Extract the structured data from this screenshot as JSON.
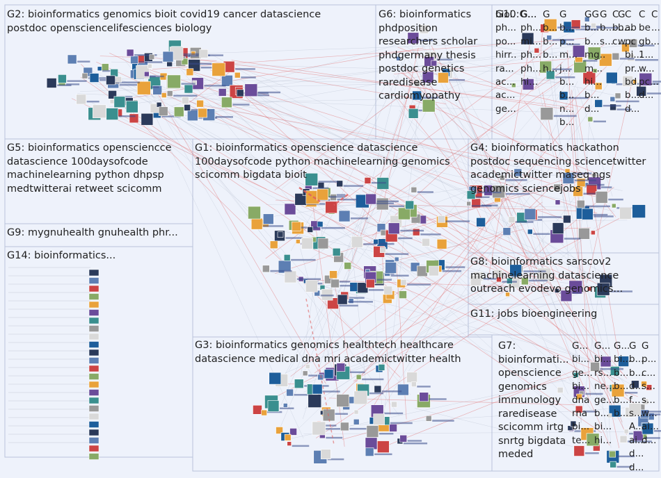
{
  "groups": {
    "g1": "G1: bioinformatics openscience datascience\n100daysofcode python machinelearning genomics\nscicomm bigdata bioit",
    "g2": "G2: bioinformatics genomics bioit covid19 cancer datascience\npostdoc opensciencelifesciences biology",
    "g3": "G3: bioinformatics genomics healthtech healthcare\ndatascience medical dna mri academictwitter health",
    "g4": "G4: bioinformatics hackathon\npostdoc sequencing sciencetwitter\nacademictwitter maseq ngs\ngenomics sciencejobs",
    "g5": "G5: bioinformatics opensciencce\ndatascience 100daysofcode\nmachinelearning python dhpsp\nmedtwitterai retweet scicomm",
    "g6": "G6: bioinformatics\nphdposition\nresearchers scholar\nphdgermany thesis\npostdoc genetics\nraredisease\ncardiomyopathy",
    "g7": "G7:\nbioinformati...\nopenscience\ngenomics\nimmunology\nraredisease\nscicomm irtg\nsnrtg bigdata\nmeded",
    "g8": "G8: bioinformatics sarscov2\nmachinelearning datascience\noutreach evodevo genomics...",
    "g9": "G9: mygnuhealth gnuhealth phr...",
    "g10": "G10:G...",
    "g11": "G11: jobs bioengineering",
    "g14": "G14: bioinformatics..."
  },
  "g10_cols": [
    "bioi...\nph...\npo...\nhirr...\nra...\nac...\nac...\nge...",
    "G...\nph...\nmi...\nph...\nph...\nhi...",
    "G\nb...\nb...\nb...\nh...",
    "G\nb...\np...\nm...\nj...\nb...\nb...\nn...\nb...",
    "GG\nb...\nb...\nmg...\nm...\nhi...\nb...\nd...",
    "G\nb...\ns...",
    "C\nb...\nc...",
    "G\nb...\nw...",
    "C\nab\npc\nbi...\npr...\nbd\nb...\nd...",
    "C\nbe\ngb...\n1...\nw...\npc...\nd...",
    "C\n..."
  ],
  "g7_cols": [
    "G...\nbi...\nge...\nbi...\ndna\nrna\nbi...\nte...",
    "G...\nbi...\nrs...\nne...\nge...\nb...\nbi...\nhi...",
    "G...\nbi...\nb...\nb...\nb...\nb...",
    "G\nb...\nb...\nd...\nf...\ns...\nA...\nai...\nd...\nd...",
    "G\np...\nc...\ns...\ns...\nw...\nai...\nd..."
  ],
  "colors": {
    "background": "#eef2fb",
    "box": "#b9c3db",
    "edge_red": "#e06060",
    "edge_grey": "#9aa4b8",
    "node_dark": "#2b3a5a",
    "label": "#1e1e1e",
    "vertex_label": "#3b4c8a"
  }
}
